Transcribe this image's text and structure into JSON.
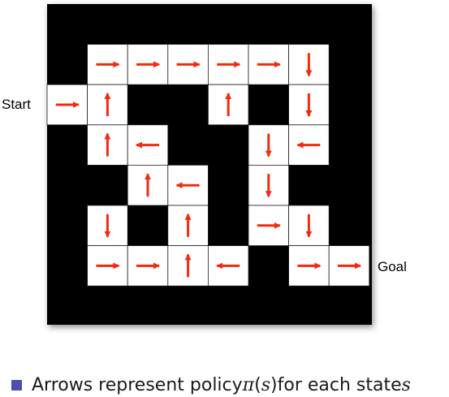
{
  "maze": {
    "rows": 8,
    "cols": 8,
    "wall_color": "#000000",
    "cell_color": "#ffffff",
    "arrow_color": "#f22a14",
    "open_cells": [
      {
        "row": 1,
        "col": 1,
        "arrow": "right"
      },
      {
        "row": 1,
        "col": 2,
        "arrow": "right"
      },
      {
        "row": 1,
        "col": 3,
        "arrow": "right"
      },
      {
        "row": 1,
        "col": 4,
        "arrow": "right"
      },
      {
        "row": 1,
        "col": 5,
        "arrow": "right"
      },
      {
        "row": 1,
        "col": 6,
        "arrow": "down"
      },
      {
        "row": 2,
        "col": 0,
        "arrow": "right"
      },
      {
        "row": 2,
        "col": 1,
        "arrow": "up"
      },
      {
        "row": 2,
        "col": 4,
        "arrow": "up"
      },
      {
        "row": 2,
        "col": 6,
        "arrow": "down"
      },
      {
        "row": 3,
        "col": 1,
        "arrow": "up"
      },
      {
        "row": 3,
        "col": 2,
        "arrow": "left"
      },
      {
        "row": 3,
        "col": 5,
        "arrow": "down"
      },
      {
        "row": 3,
        "col": 6,
        "arrow": "left"
      },
      {
        "row": 4,
        "col": 2,
        "arrow": "up"
      },
      {
        "row": 4,
        "col": 3,
        "arrow": "left"
      },
      {
        "row": 4,
        "col": 5,
        "arrow": "down"
      },
      {
        "row": 5,
        "col": 1,
        "arrow": "down"
      },
      {
        "row": 5,
        "col": 3,
        "arrow": "up"
      },
      {
        "row": 5,
        "col": 5,
        "arrow": "right"
      },
      {
        "row": 5,
        "col": 6,
        "arrow": "down"
      },
      {
        "row": 6,
        "col": 1,
        "arrow": "right"
      },
      {
        "row": 6,
        "col": 2,
        "arrow": "right"
      },
      {
        "row": 6,
        "col": 3,
        "arrow": "up"
      },
      {
        "row": 6,
        "col": 4,
        "arrow": "left"
      },
      {
        "row": 6,
        "col": 6,
        "arrow": "right"
      },
      {
        "row": 6,
        "col": 7,
        "arrow": "right"
      }
    ]
  },
  "labels": {
    "start": "Start",
    "goal": "Goal"
  },
  "caption": {
    "bullet_color": "#4a4fb0",
    "text_before": "Arrows represent policy ",
    "math_pi": "π",
    "math_paren_open": "(",
    "math_s": "s",
    "math_paren_close": ")",
    "text_middle": " for each state ",
    "math_state": "s"
  }
}
